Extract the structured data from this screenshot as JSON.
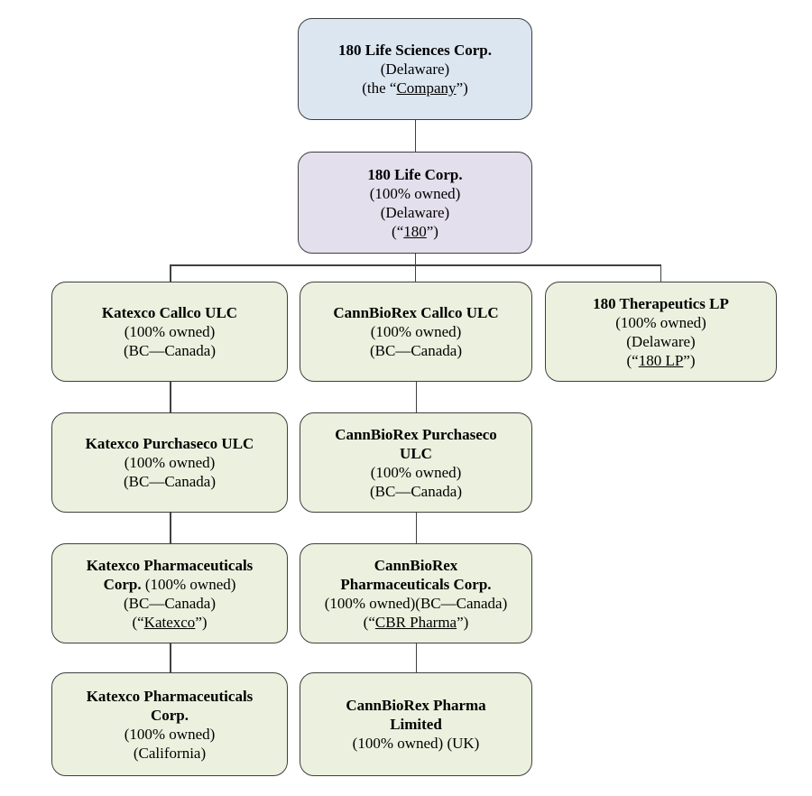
{
  "diagram": {
    "title": "180 Life Sciences Corp. corporate structure chart",
    "type": "org-chart"
  },
  "colors": {
    "company_fill": "#dce6f1",
    "intermediate_fill": "#e4dfec",
    "subsidiary_fill": "#ebf1de",
    "box_border": "#3f3f3f",
    "connector_line": "#404040",
    "text": "#000000",
    "background": "#ffffff"
  },
  "nodes": [
    {
      "id": "company",
      "fill": "#dce6f1",
      "lines": [
        [
          {
            "t": "180 Life Sciences Corp.",
            "b": true
          }
        ],
        [
          {
            "t": "(Delaware)"
          }
        ],
        [
          {
            "t": "(the “"
          },
          {
            "t": "Company",
            "u": true
          },
          {
            "t": "”)"
          }
        ]
      ]
    },
    {
      "id": "life-180",
      "fill": "#e4dfec",
      "lines": [
        [
          {
            "t": "180 Life Corp.",
            "b": true
          }
        ],
        [
          {
            "t": "(100% owned)"
          }
        ],
        [
          {
            "t": "(Delaware)"
          }
        ],
        [
          {
            "t": "(“"
          },
          {
            "t": "180",
            "u": true
          },
          {
            "t": "”)"
          }
        ]
      ]
    },
    {
      "id": "katexco-callco",
      "fill": "#ebf1de",
      "lines": [
        [
          {
            "t": "Katexco Callco ULC",
            "b": true
          }
        ],
        [
          {
            "t": "(100% owned)"
          }
        ],
        [
          {
            "t": "(BC—Canada)"
          }
        ]
      ]
    },
    {
      "id": "cannbiorex-callco",
      "fill": "#ebf1de",
      "lines": [
        [
          {
            "t": "CannBioRex Callco ULC",
            "b": true
          }
        ],
        [
          {
            "t": "(100% owned)"
          }
        ],
        [
          {
            "t": "(BC—Canada)"
          }
        ]
      ]
    },
    {
      "id": "therapeutics-180",
      "fill": "#ebf1de",
      "lines": [
        [
          {
            "t": "180 Therapeutics LP",
            "b": true
          }
        ],
        [
          {
            "t": "(100% owned)"
          }
        ],
        [
          {
            "t": "(Delaware)"
          }
        ],
        [
          {
            "t": "(“"
          },
          {
            "t": "180 LP",
            "u": true
          },
          {
            "t": "”)"
          }
        ]
      ]
    },
    {
      "id": "katexco-purchaseco",
      "fill": "#ebf1de",
      "lines": [
        [
          {
            "t": "Katexco Purchaseco ULC",
            "b": true
          }
        ],
        [
          {
            "t": "(100% owned)"
          }
        ],
        [
          {
            "t": "(BC—Canada)"
          }
        ]
      ]
    },
    {
      "id": "cannbiorex-purchaseco",
      "fill": "#ebf1de",
      "lines": [
        [
          {
            "t": "CannBioRex Purchaseco",
            "b": true
          }
        ],
        [
          {
            "t": "ULC",
            "b": true
          }
        ],
        [
          {
            "t": "(100% owned)"
          }
        ],
        [
          {
            "t": "(BC—Canada)"
          }
        ]
      ]
    },
    {
      "id": "katexco-pharmaceuticals-bc",
      "fill": "#ebf1de",
      "lines": [
        [
          {
            "t": "Katexco Pharmaceuticals",
            "b": true
          }
        ],
        [
          {
            "t": "Corp.",
            "b": true
          },
          {
            "t": " (100% owned)"
          }
        ],
        [
          {
            "t": "(BC—Canada)"
          }
        ],
        [
          {
            "t": "(“"
          },
          {
            "t": "Katexco",
            "u": true
          },
          {
            "t": "”)"
          }
        ]
      ]
    },
    {
      "id": "cannbiorex-pharmaceuticals-corp",
      "fill": "#ebf1de",
      "lines": [
        [
          {
            "t": "CannBioRex",
            "b": true
          }
        ],
        [
          {
            "t": "Pharmaceuticals Corp.",
            "b": true
          }
        ],
        [
          {
            "t": "(100% owned)(BC—Canada)"
          }
        ],
        [
          {
            "t": "(“"
          },
          {
            "t": "CBR Pharma",
            "u": true
          },
          {
            "t": "”)"
          }
        ]
      ]
    },
    {
      "id": "katexco-pharmaceuticals-ca",
      "fill": "#ebf1de",
      "lines": [
        [
          {
            "t": "Katexco Pharmaceuticals",
            "b": true
          }
        ],
        [
          {
            "t": "Corp.",
            "b": true
          }
        ],
        [
          {
            "t": "(100% owned)"
          }
        ],
        [
          {
            "t": "(California)"
          }
        ]
      ]
    },
    {
      "id": "cannbiorex-pharma-limited",
      "fill": "#ebf1de",
      "lines": [
        [
          {
            "t": "CannBioRex Pharma",
            "b": true
          }
        ],
        [
          {
            "t": "Limited",
            "b": true
          }
        ],
        [
          {
            "t": "(100% owned) (UK)"
          }
        ]
      ]
    }
  ],
  "edges": [
    {
      "from": "company",
      "to": "life-180"
    },
    {
      "from": "life-180",
      "to": "katexco-callco"
    },
    {
      "from": "life-180",
      "to": "cannbiorex-callco"
    },
    {
      "from": "life-180",
      "to": "therapeutics-180"
    },
    {
      "from": "katexco-callco",
      "to": "katexco-purchaseco"
    },
    {
      "from": "katexco-purchaseco",
      "to": "katexco-pharmaceuticals-bc"
    },
    {
      "from": "katexco-pharmaceuticals-bc",
      "to": "katexco-pharmaceuticals-ca"
    },
    {
      "from": "cannbiorex-callco",
      "to": "cannbiorex-purchaseco"
    },
    {
      "from": "cannbiorex-purchaseco",
      "to": "cannbiorex-pharmaceuticals-corp"
    },
    {
      "from": "cannbiorex-pharmaceuticals-corp",
      "to": "cannbiorex-pharma-limited"
    }
  ]
}
